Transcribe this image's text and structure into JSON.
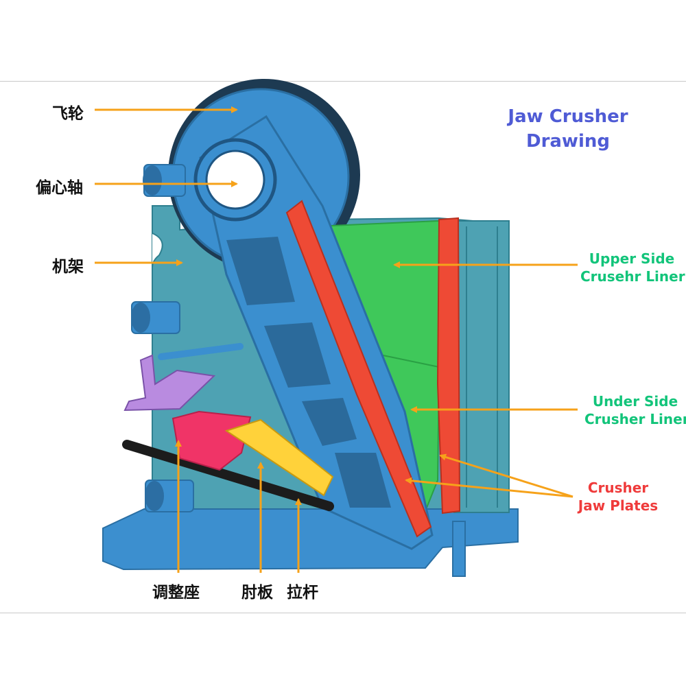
{
  "title": {
    "line1": "Jaw Crusher",
    "line2": "Drawing"
  },
  "labels": {
    "flywheel": "飞轮",
    "eccentric_shaft": "偏心轴",
    "frame": "机架",
    "adjusting_seat": "调整座",
    "toggle_plate": "肘板",
    "tension_rod": "拉杆",
    "upper_liner": {
      "line1": "Upper Side",
      "line2": "Crusehr Liner"
    },
    "under_liner": {
      "line1": "Under Side",
      "line2": "Crusher Liner"
    },
    "jaw_plates": {
      "line1": "Crusher",
      "line2": "Jaw Plates"
    }
  },
  "colors": {
    "title": "#4f5bd5",
    "liner_label": "#12c47a",
    "jaw_plates_label": "#ef3b3b",
    "arrow": "#f6a21a",
    "machine_blue": "#3b8fcf",
    "frame_teal": "#4ea2b3",
    "liner_green": "#3fc85a",
    "jaw_red": "#ee4a35",
    "adjust_pink": "#f03467",
    "toggle_yellow": "#ffd23a",
    "bracket_purple": "#b98be0"
  }
}
